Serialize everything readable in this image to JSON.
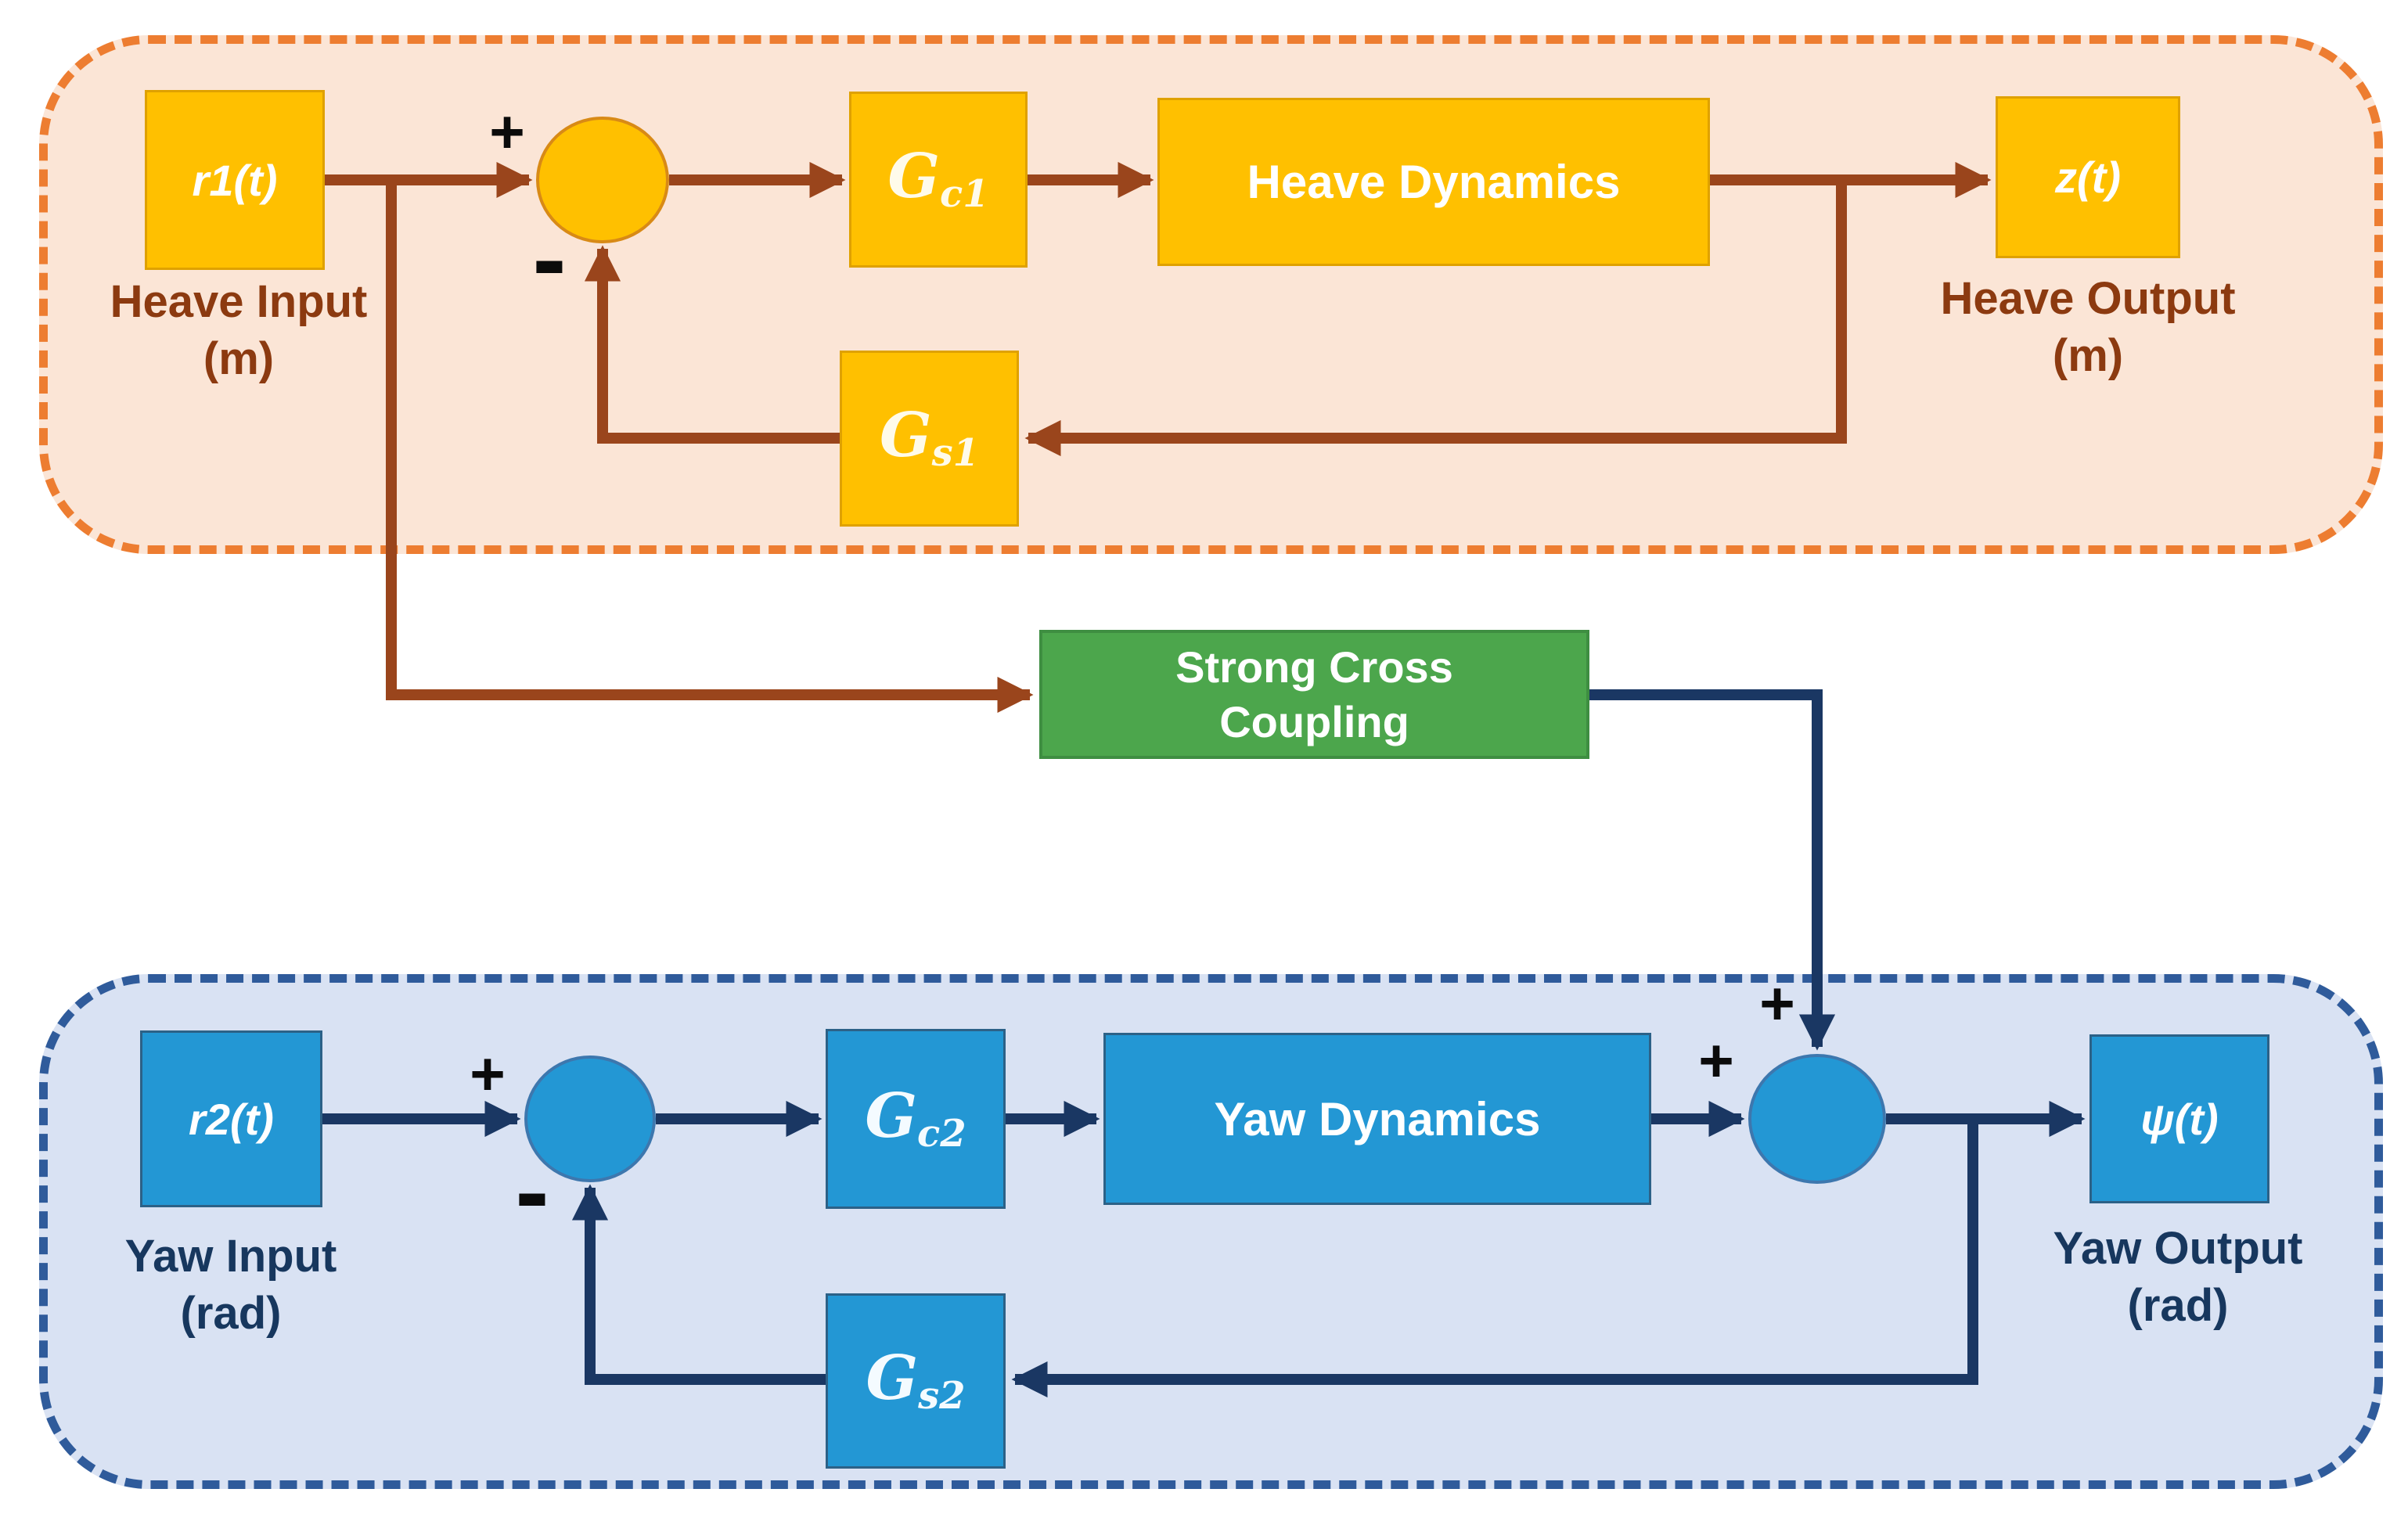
{
  "diagram": {
    "heave_loop": {
      "input_signal": "r1(t)",
      "input_caption_line1": "Heave Input",
      "input_caption_line2": "(m)",
      "sum_plus": "+",
      "sum_minus": "-",
      "controller_main": "G",
      "controller_sub": "c1",
      "plant_label": "Heave Dynamics",
      "output_signal": "z(t)",
      "output_caption_line1": "Heave Output",
      "output_caption_line2": "(m)",
      "sensor_main": "G",
      "sensor_sub": "s1"
    },
    "coupling": {
      "label_line1": "Strong Cross",
      "label_line2": "Coupling"
    },
    "yaw_loop": {
      "input_signal": "r2(t)",
      "input_caption_line1": "Yaw Input",
      "input_caption_line2": "(rad)",
      "sum_plus": "+",
      "sum_minus": "-",
      "controller_main": "G",
      "controller_sub": "c2",
      "plant_label": "Yaw Dynamics",
      "sum2_plus_top": "+",
      "sum2_plus_left": "+",
      "output_signal": "ψ(t)",
      "output_caption_line1": "Yaw Output",
      "output_caption_line2": "(rad)",
      "sensor_main": "G",
      "sensor_sub": "s2"
    },
    "colors": {
      "heave_panel_bg": "#FBE5D6",
      "heave_dash": "#ED7D31",
      "heave_block": "#FFC000",
      "heave_line": "#9A451C",
      "heave_text": "#8C3A10",
      "yaw_panel_bg": "#D9E2F3",
      "yaw_dash": "#2F5B9B",
      "yaw_block": "#2397D4",
      "yaw_line": "#1A3763",
      "yaw_text": "#17375E",
      "coupling_bg": "#4CA64C"
    }
  }
}
